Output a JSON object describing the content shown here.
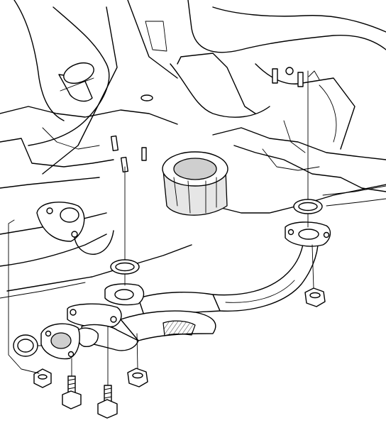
{
  "diagram": {
    "parts": [
      {
        "id": "chassis-frame",
        "icon": "chassis-outline"
      },
      {
        "id": "oil-filter-upper",
        "icon": "cylinder"
      },
      {
        "id": "oil-filter-center",
        "icon": "cylinder"
      },
      {
        "id": "front-exhaust-pipe",
        "icon": "pipe"
      },
      {
        "id": "exhaust-manifold-flange",
        "icon": "flange"
      },
      {
        "id": "gasket-left",
        "icon": "ring"
      },
      {
        "id": "gasket-center",
        "icon": "ring"
      },
      {
        "id": "gasket-right",
        "icon": "ring"
      },
      {
        "id": "nut-left",
        "icon": "hex-nut"
      },
      {
        "id": "nut-center",
        "icon": "hex-nut"
      },
      {
        "id": "nut-right",
        "icon": "hex-nut"
      },
      {
        "id": "bolt-left",
        "icon": "bolt"
      },
      {
        "id": "bolt-center",
        "icon": "bolt"
      },
      {
        "id": "stud-bolts-top",
        "icon": "stud"
      }
    ],
    "colors": {
      "line": "#000000",
      "background": "#ffffff",
      "shade": "#e6e6e6"
    }
  }
}
